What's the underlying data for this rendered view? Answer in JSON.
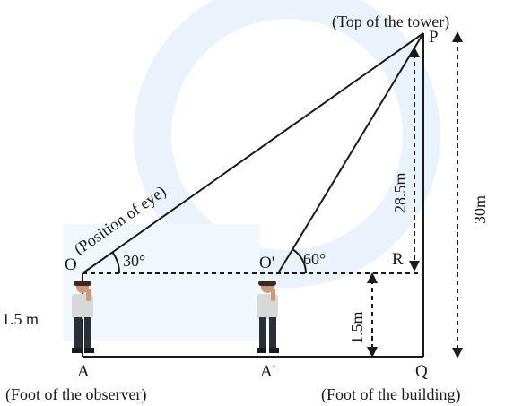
{
  "points": {
    "P": "P",
    "O": "O",
    "O_prime": "O'",
    "R": "R",
    "A": "A",
    "A_prime": "A'",
    "Q": "Q"
  },
  "captions": {
    "top": "(Top of the tower)",
    "eye": "(Position of eye)",
    "foot_observer": "(Foot of the observer)",
    "foot_building": "(Foot of the building)"
  },
  "angles": {
    "first": "30°",
    "second": "60°"
  },
  "measures": {
    "observer_height": "1.5 m",
    "eye_height_at_A_prime": "1.5m",
    "upper_height": "28.5m",
    "total_height": "30m"
  },
  "colors": {
    "line": "#1a1a1a",
    "watermark": "#eaf3fb",
    "shirt": "#d8d8d8",
    "trousers": "#2b2f38",
    "skin": "#c99b7a"
  },
  "icons": {
    "figure": "person-icon"
  }
}
